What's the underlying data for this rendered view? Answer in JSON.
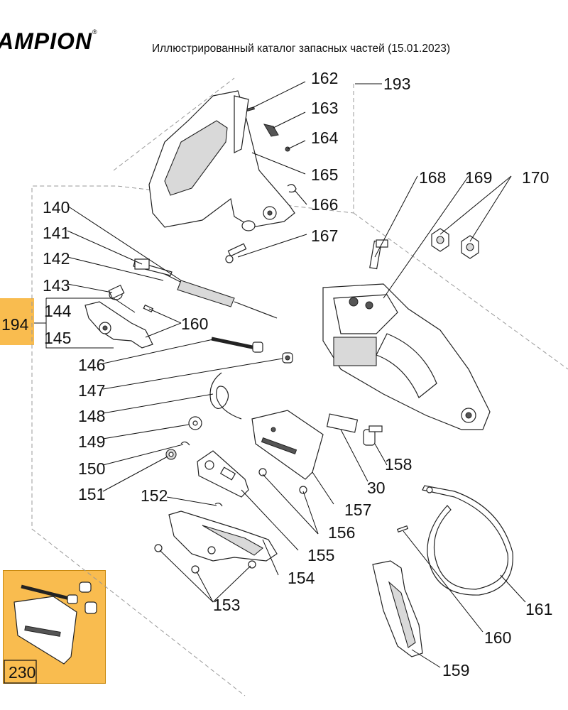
{
  "brand": {
    "text": "AMPION",
    "mark": "®"
  },
  "header": {
    "title": "Иллюстрированный каталог запасных частей (15.01.2023)"
  },
  "callouts": [
    {
      "id": "193",
      "text": "193"
    },
    {
      "id": "162",
      "text": "162"
    },
    {
      "id": "163",
      "text": "163"
    },
    {
      "id": "164",
      "text": "164"
    },
    {
      "id": "165",
      "text": "165"
    },
    {
      "id": "166",
      "text": "166"
    },
    {
      "id": "167",
      "text": "167"
    },
    {
      "id": "168",
      "text": "168"
    },
    {
      "id": "169",
      "text": "169"
    },
    {
      "id": "170",
      "text": "170"
    },
    {
      "id": "140",
      "text": "140"
    },
    {
      "id": "141",
      "text": "141"
    },
    {
      "id": "142",
      "text": "142"
    },
    {
      "id": "143",
      "text": "143"
    },
    {
      "id": "144",
      "text": "144"
    },
    {
      "id": "145",
      "text": "145"
    },
    {
      "id": "160a",
      "text": "160"
    },
    {
      "id": "146",
      "text": "146"
    },
    {
      "id": "147",
      "text": "147"
    },
    {
      "id": "148",
      "text": "148"
    },
    {
      "id": "149",
      "text": "149"
    },
    {
      "id": "150",
      "text": "150"
    },
    {
      "id": "151",
      "text": "151"
    },
    {
      "id": "152",
      "text": "152"
    },
    {
      "id": "153",
      "text": "153"
    },
    {
      "id": "154",
      "text": "154"
    },
    {
      "id": "155",
      "text": "155"
    },
    {
      "id": "156",
      "text": "156"
    },
    {
      "id": "157",
      "text": "157"
    },
    {
      "id": "158",
      "text": "158"
    },
    {
      "id": "30",
      "text": "30"
    },
    {
      "id": "161",
      "text": "161"
    },
    {
      "id": "160b",
      "text": "160"
    },
    {
      "id": "159",
      "text": "159"
    }
  ],
  "assemblies": {
    "a194": "194",
    "a230": "230"
  },
  "colors": {
    "assembly_highlight": "#f9bc4f"
  }
}
